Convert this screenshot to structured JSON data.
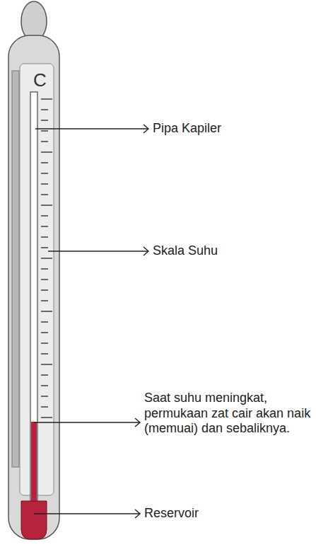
{
  "diagram": {
    "labels": [
      "C",
      "Pipa Kapiler",
      "Skala Suhu",
      "Saat suhu meningkat, permukaan zat cair akan naik (memuai) dan sebaliknya.",
      "Reservoir"
    ]
  }
}
